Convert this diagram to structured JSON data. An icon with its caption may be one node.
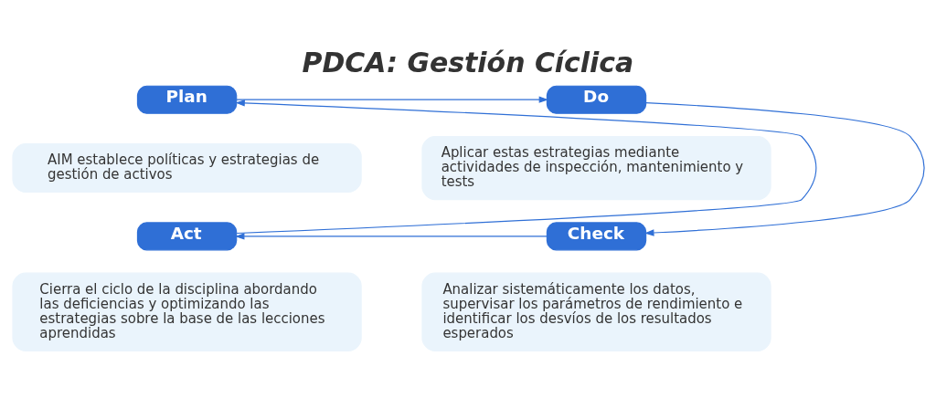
{
  "diagram": {
    "title": "PDCA: Gestión Cíclica",
    "nodes": [
      {
        "text": [
          "Plan"
        ]
      },
      {
        "text": [
          "AIM establece políticas y estrategias de gestión de activos"
        ]
      },
      {
        "text": [
          "Do"
        ]
      },
      {
        "text": [
          "Aplicar estas estrategias mediante actividades de inspección, mantenimiento y tests"
        ]
      },
      {
        "text": [
          "Check"
        ]
      },
      {
        "text": [
          "Analizar sistemáticamente los datos, supervisar los parámetros de rendimiento e identificar los desvíos de los resultados esperados"
        ]
      },
      {
        "text": [
          "Act"
        ]
      },
      {
        "text": [
          "Cierra el ciclo de la disciplina abordando las deficiencias y optimizando las estrategias sobre la base de las lecciones aprendidas"
        ]
      }
    ],
    "edges": [
      {
        "from": 0,
        "to": 2,
        "arrow": "to"
      },
      {
        "from": 2,
        "to": 4,
        "arrow": "to"
      },
      {
        "from": 4,
        "to": 6,
        "arrow": "to"
      },
      {
        "from": 6,
        "to": 0,
        "arrow": "to"
      }
    ]
  }
}
